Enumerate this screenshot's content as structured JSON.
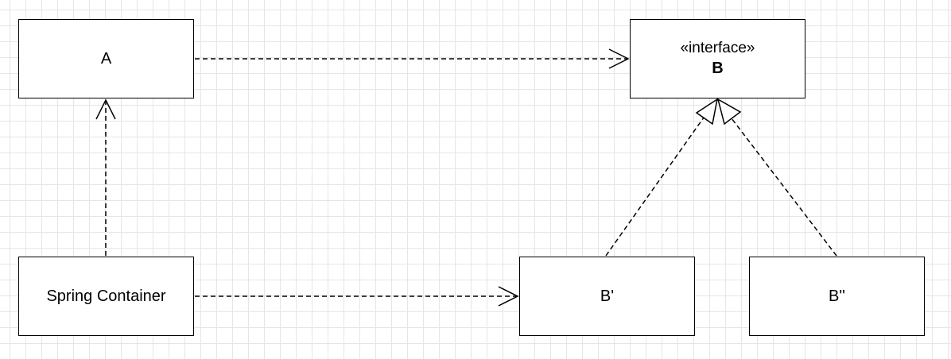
{
  "nodes": {
    "a": {
      "label": "A"
    },
    "b": {
      "stereotype": "«interface»",
      "name": "B"
    },
    "container": {
      "label": "Spring Container"
    },
    "b_prime": {
      "label": "B'"
    },
    "b_double_prime": {
      "label": "B''"
    }
  },
  "edges": [
    {
      "from": "A",
      "to": "B",
      "kind": "dependency"
    },
    {
      "from": "Spring Container",
      "to": "A",
      "kind": "dependency"
    },
    {
      "from": "Spring Container",
      "to": "B'",
      "kind": "dependency"
    },
    {
      "from": "B'",
      "to": "B",
      "kind": "realization"
    },
    {
      "from": "B''",
      "to": "B",
      "kind": "realization"
    }
  ],
  "colors": {
    "stroke": "#000000",
    "grid": "#e6e6e6",
    "background": "#ffffff"
  }
}
